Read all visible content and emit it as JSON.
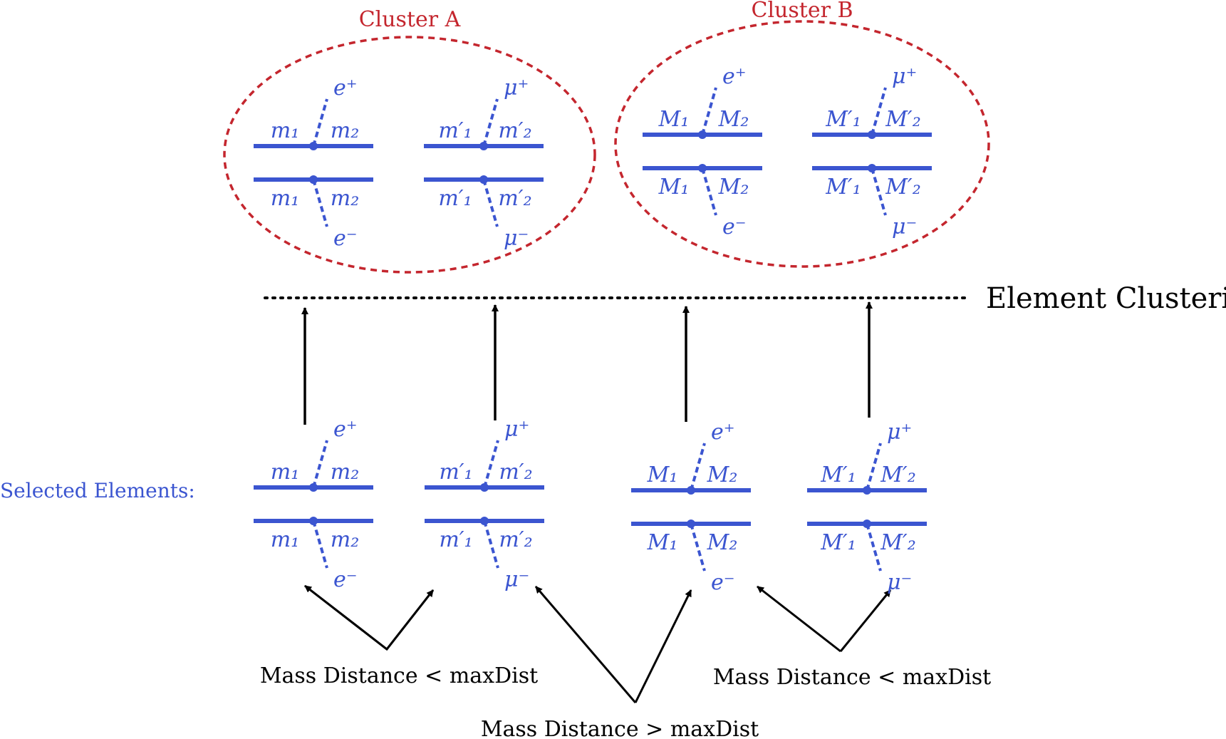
{
  "colors": {
    "diagram_blue": "#3b55d0",
    "cluster_red": "#c4262e",
    "ink": "#000000"
  },
  "clusters": [
    {
      "label": "Cluster A"
    },
    {
      "label": "Cluster B"
    }
  ],
  "clustering_label": "Element Clustering",
  "selected_label": "Selected Elements:",
  "comparisons": [
    {
      "text": "Mass Distance < maxDist"
    },
    {
      "text": "Mass Distance > maxDist"
    },
    {
      "text": "Mass Distance < maxDist"
    }
  ],
  "elements": [
    {
      "upper_left": "m₁",
      "upper_right": "m₂",
      "lower_left": "m₁",
      "lower_right": "m₂",
      "top_particle": "e⁺",
      "bottom_particle": "e⁻"
    },
    {
      "upper_left": "m′₁",
      "upper_right": "m′₂",
      "lower_left": "m′₁",
      "lower_right": "m′₂",
      "top_particle": "μ⁺",
      "bottom_particle": "μ⁻"
    },
    {
      "upper_left": "M₁",
      "upper_right": "M₂",
      "lower_left": "M₁",
      "lower_right": "M₂",
      "top_particle": "e⁺",
      "bottom_particle": "e⁻"
    },
    {
      "upper_left": "M′₁",
      "upper_right": "M′₂",
      "lower_left": "M′₁",
      "lower_right": "M′₂",
      "top_particle": "μ⁺",
      "bottom_particle": "μ⁻"
    }
  ]
}
